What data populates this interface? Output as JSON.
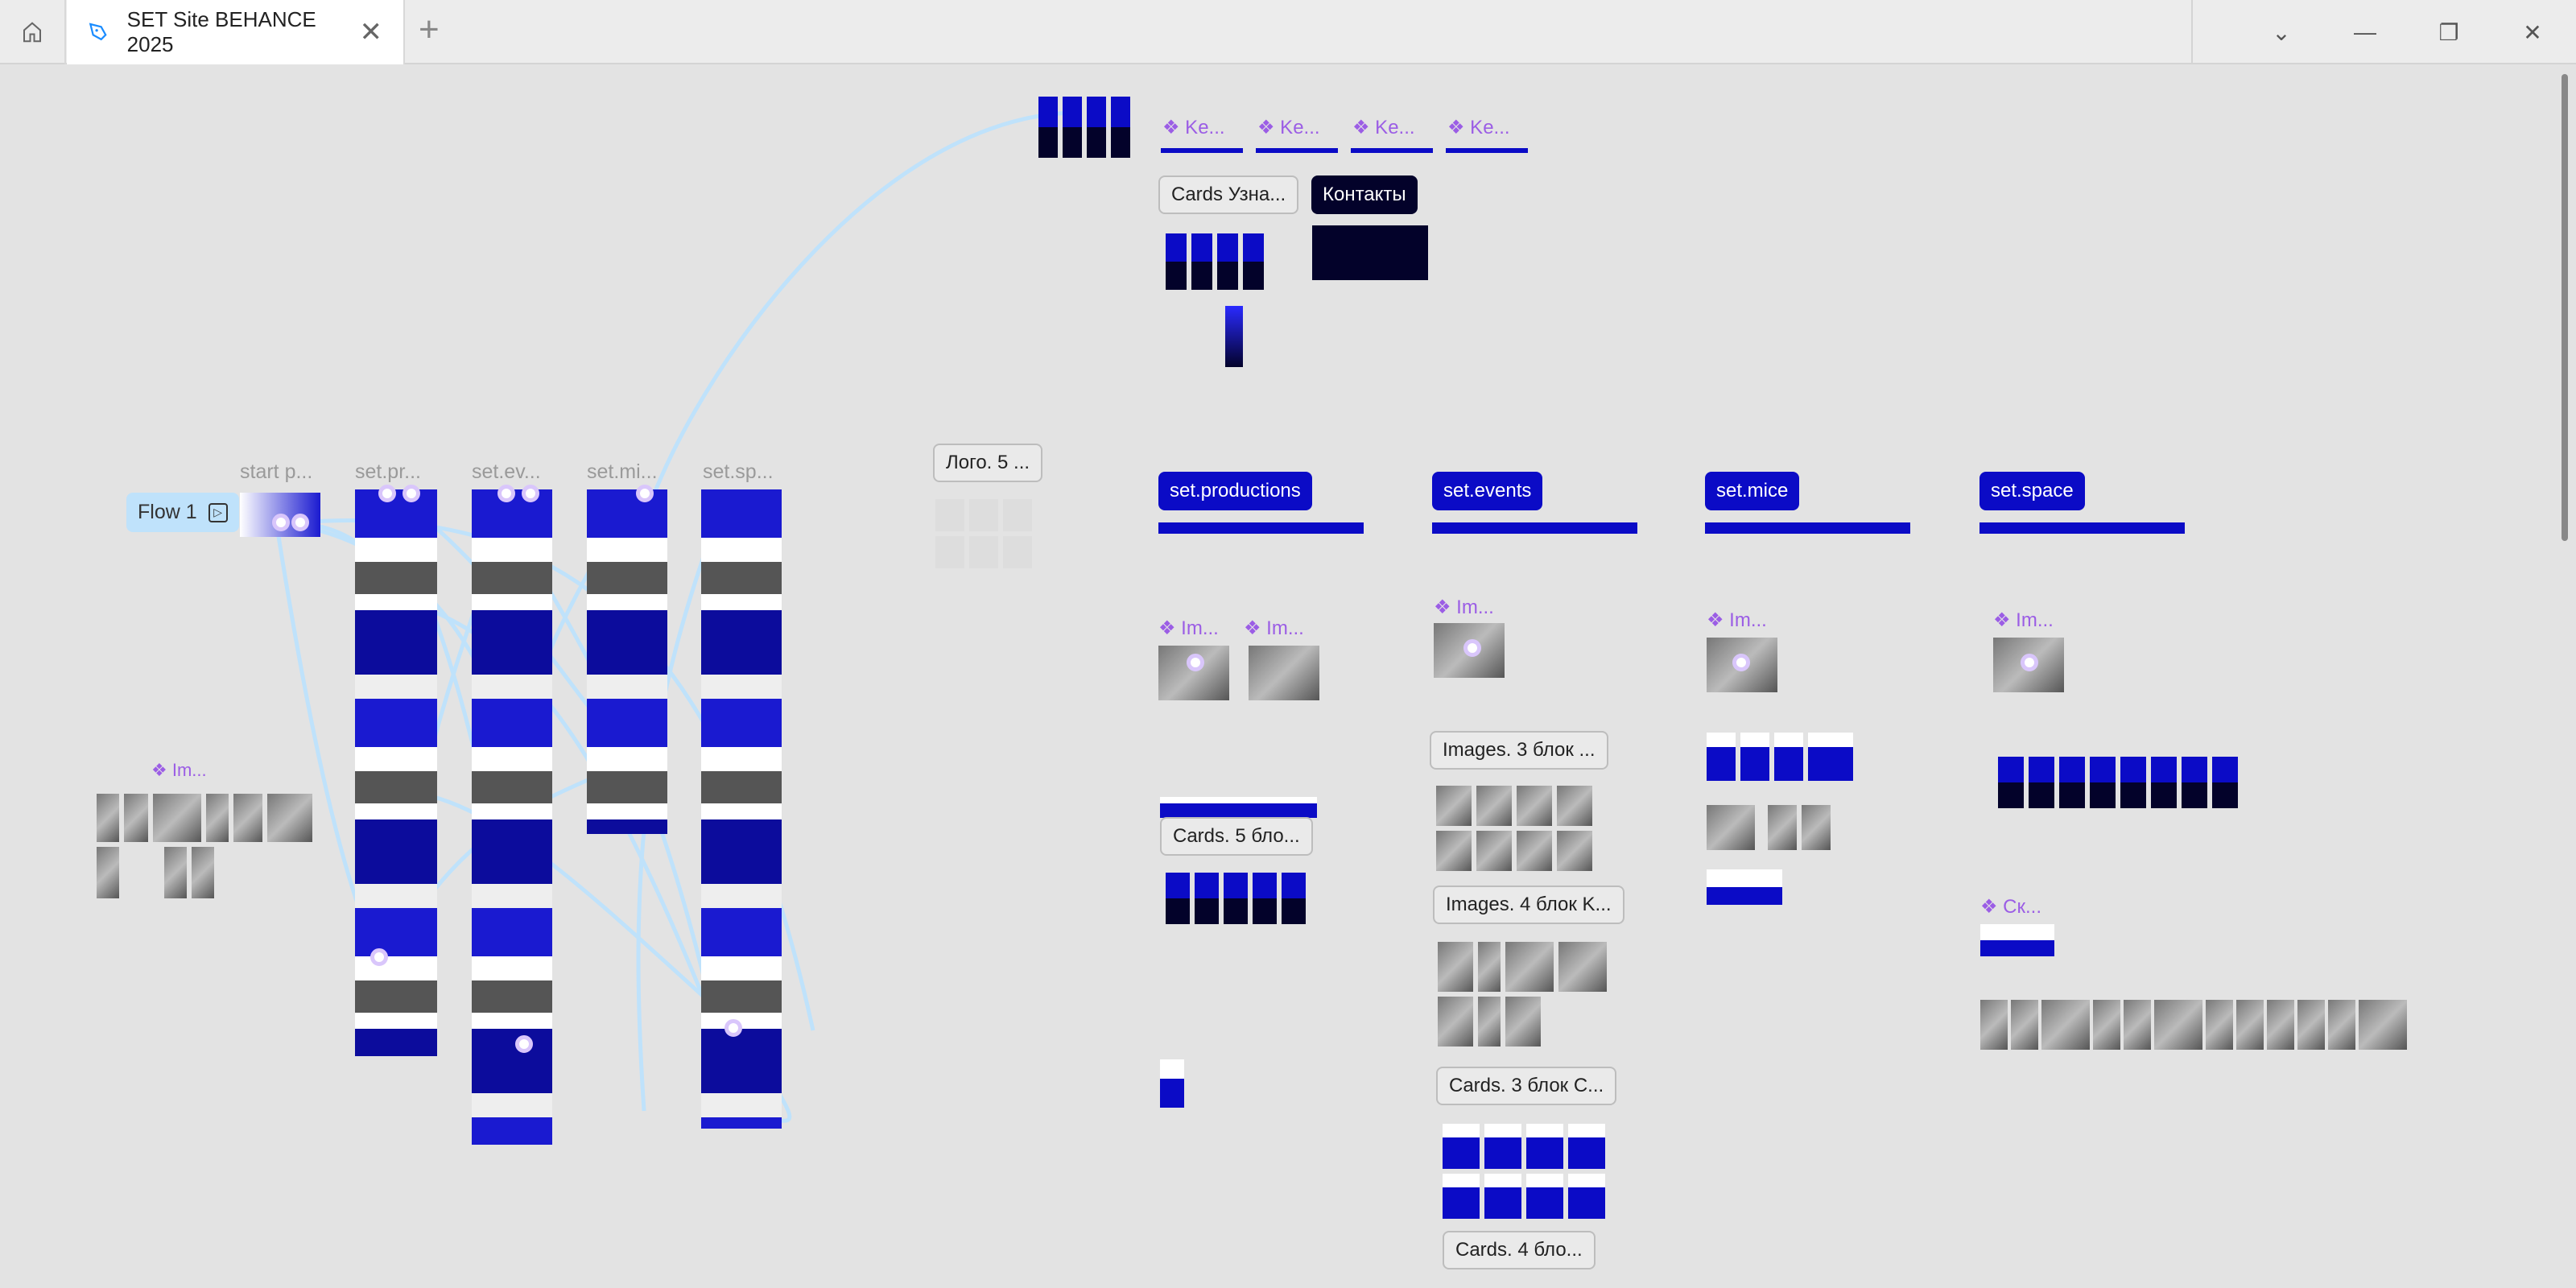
{
  "tab": {
    "title": "SET Site BEHANCE 2025"
  },
  "flow": {
    "label": "Flow 1"
  },
  "frames": [
    "start p...",
    "set.pr...",
    "set.ev...",
    "set.mi...",
    "set.sp..."
  ],
  "labels": {
    "logo": "Лого. 5 ...",
    "cards_learn": "Cards Узна...",
    "contacts": "Контакты",
    "images3": "Images. 3 блок ...",
    "cards5": "Cards. 5 бло...",
    "images4": "Images. 4 блок K...",
    "cards3": "Cards. 3 блок С...",
    "cards4": "Cards. 4 бло..."
  },
  "sections": [
    "set.productions",
    "set.events",
    "set.mice",
    "set.space"
  ],
  "components": {
    "im": "❖ Im...",
    "ke": "❖ Ke...",
    "sk": "❖ Ск..."
  },
  "colors": {
    "accent": "#0b0bc6",
    "flow": "#bfe2fb",
    "component": "#9b5de5"
  }
}
